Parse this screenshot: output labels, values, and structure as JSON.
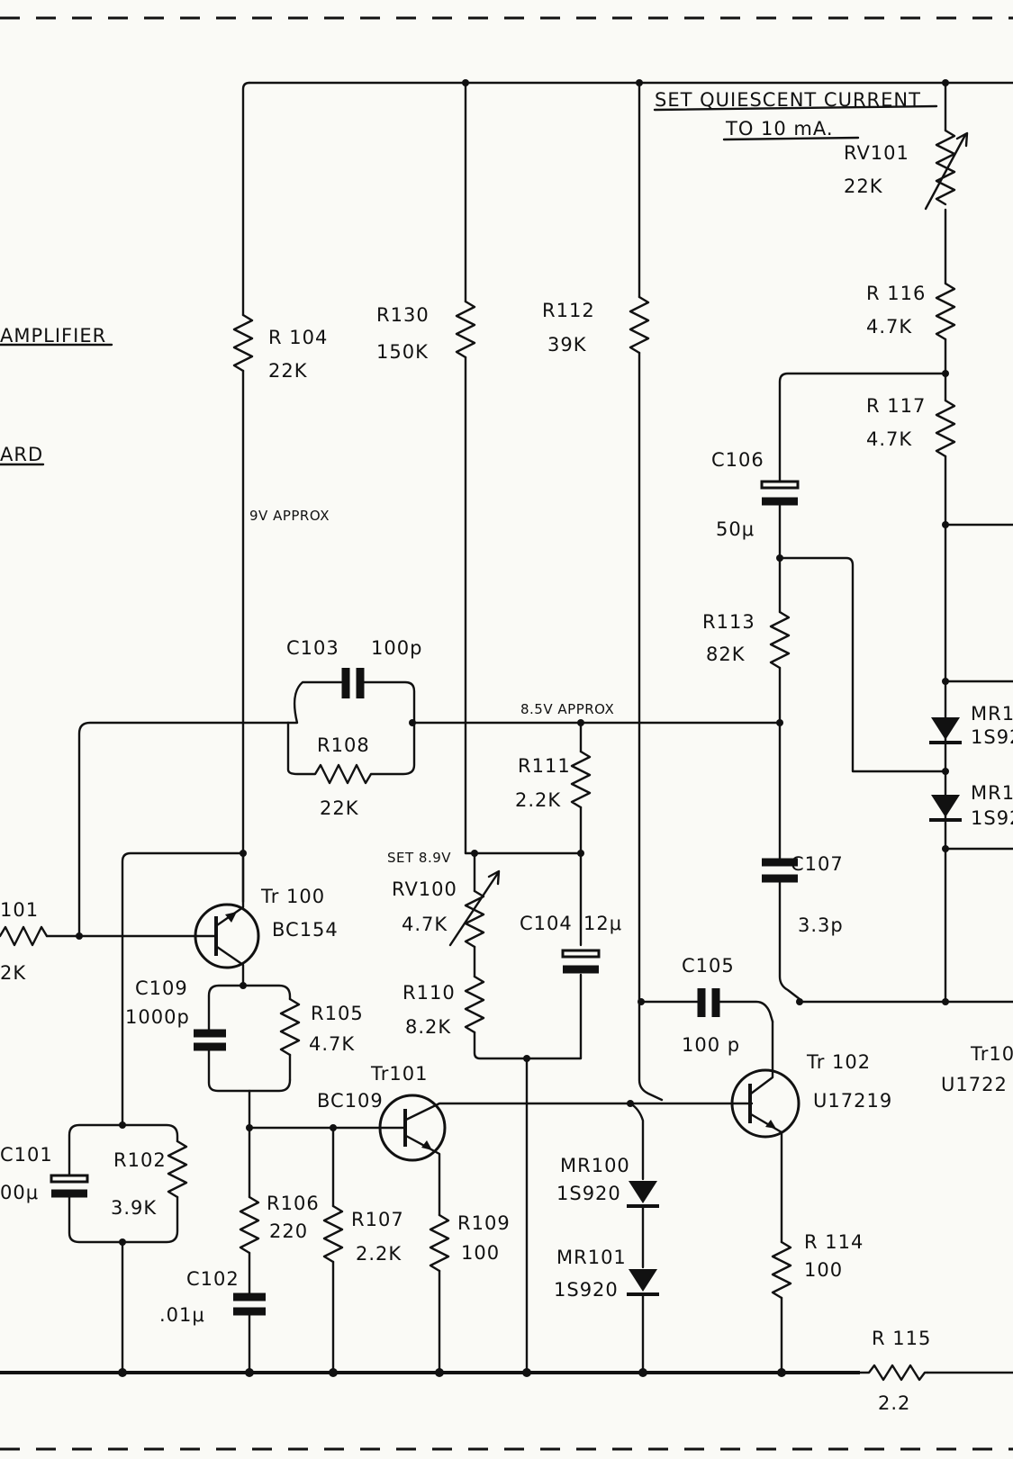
{
  "labels": {
    "title_amplifier": "AMPLIFIER",
    "title_board": "ARD",
    "note_line1": "SET QUIESCENT CURRENT",
    "note_line2": "TO 10 mA.",
    "v9": "9V APPROX",
    "v85": "8.5V APPROX",
    "set": "SET 8.9V",
    "r101_ref": "101",
    "r101_val": "2K",
    "c101_ref": "C101",
    "c101_val": "00μ"
  },
  "components": {
    "RV101": {
      "ref": "RV101",
      "value": "22K"
    },
    "R116": {
      "ref": "R 116",
      "value": "4.7K"
    },
    "R117": {
      "ref": "R 117",
      "value": "4.7K"
    },
    "R104": {
      "ref": "R 104",
      "value": "22K"
    },
    "R130": {
      "ref": "R130",
      "value": "150K"
    },
    "R112": {
      "ref": "R112",
      "value": "39K"
    },
    "C106": {
      "ref": "C106",
      "value": "50μ"
    },
    "R113": {
      "ref": "R113",
      "value": "82K"
    },
    "C103": {
      "ref": "C103",
      "value": "100p"
    },
    "R108": {
      "ref": "R108",
      "value": "22K"
    },
    "R111": {
      "ref": "R111",
      "value": "2.2K"
    },
    "RV100": {
      "ref": "RV100",
      "value": "4.7K"
    },
    "C104": {
      "ref": "C104",
      "value": "12μ"
    },
    "C107": {
      "ref": "C107",
      "value": "3.3p"
    },
    "TR100": {
      "ref": "Tr 100",
      "value": "BC154"
    },
    "C109": {
      "ref": "C109",
      "value": "1000p"
    },
    "R105": {
      "ref": "R105",
      "value": "4.7K"
    },
    "R110": {
      "ref": "R110",
      "value": "8.2K"
    },
    "C105": {
      "ref": "C105",
      "value": "100 p"
    },
    "TR101": {
      "ref": "Tr101",
      "value": "BC109"
    },
    "TR102": {
      "ref": "Tr 102",
      "value": "U17219"
    },
    "TR103": {
      "ref": "Tr10",
      "value": "U1722"
    },
    "R102": {
      "ref": "R102",
      "value": "3.9K"
    },
    "R106": {
      "ref": "R106",
      "value": "220"
    },
    "R107": {
      "ref": "R107",
      "value": "2.2K"
    },
    "R109": {
      "ref": "R109",
      "value": "100"
    },
    "MR100": {
      "ref": "MR100",
      "value": "1S920"
    },
    "MR101": {
      "ref": "MR101",
      "value": "1S920"
    },
    "MR102": {
      "ref": "MR1",
      "value": "1S92"
    },
    "MR103": {
      "ref": "MR1",
      "value": "1S92"
    },
    "R114": {
      "ref": "R 114",
      "value": "100"
    },
    "C102": {
      "ref": "C102",
      "value": ".01μ"
    },
    "R115": {
      "ref": "R 115",
      "value": "2.2"
    }
  }
}
